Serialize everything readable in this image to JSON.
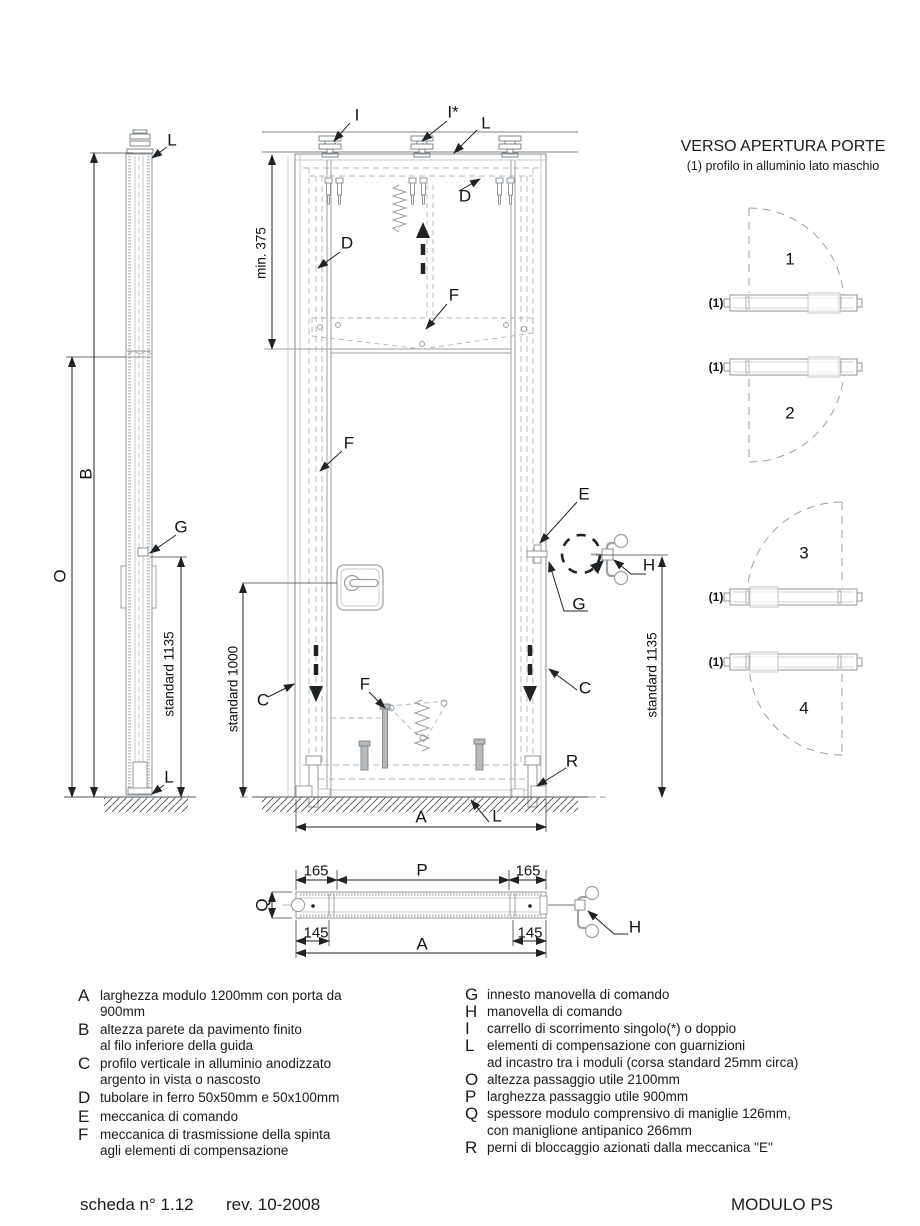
{
  "title_block": {
    "title": "VERSO APERTURA PORTE",
    "subtitle": "(1) profilo in alluminio lato maschio"
  },
  "letters": {
    "A": "A",
    "B": "B",
    "C": "C",
    "D": "D",
    "E": "E",
    "F": "F",
    "G": "G",
    "H": "H",
    "I": "I",
    "I_star": "I*",
    "L": "L",
    "O": "O",
    "P": "P",
    "Q": "Q",
    "R": "R"
  },
  "dims": {
    "min375": "min. 375",
    "std1000": "standard 1000",
    "std1135": "standard 1135",
    "d165": "165",
    "d145": "145"
  },
  "opening_diagrams": {
    "profile_tag": "(1)",
    "numbers": [
      "1",
      "2",
      "3",
      "4"
    ]
  },
  "legend_left": [
    {
      "key": "A",
      "lines": [
        "larghezza modulo 1200mm con porta da",
        "900mm"
      ]
    },
    {
      "key": "B",
      "lines": [
        "altezza parete da pavimento finito",
        "al filo inferiore della guida"
      ]
    },
    {
      "key": "C",
      "lines": [
        "profilo verticale in alluminio anodizzato",
        "argento in vista o nascosto"
      ]
    },
    {
      "key": "D",
      "lines": [
        "tubolare in ferro 50x50mm e 50x100mm"
      ]
    },
    {
      "key": "E",
      "lines": [
        "meccanica di comando"
      ]
    },
    {
      "key": "F",
      "lines": [
        "meccanica di trasmissione della spinta",
        "agli elementi di compensazione"
      ]
    }
  ],
  "legend_right": [
    {
      "key": "G",
      "lines": [
        "innesto manovella di comando"
      ]
    },
    {
      "key": "H",
      "lines": [
        "manovella di comando"
      ]
    },
    {
      "key": "I",
      "lines": [
        "carrello di scorrimento singolo(*) o doppio"
      ]
    },
    {
      "key": "L",
      "lines": [
        "elementi di compensazione con guarnizioni",
        "ad incastro tra i moduli (corsa standard 25mm circa)"
      ]
    },
    {
      "key": "O",
      "lines": [
        "altezza passaggio utile 2100mm"
      ]
    },
    {
      "key": "P",
      "lines": [
        "larghezza passaggio utile 900mm"
      ]
    },
    {
      "key": "Q",
      "lines": [
        "spessore modulo comprensivo di maniglie 126mm,",
        "con maniglione antipanico 266mm"
      ]
    },
    {
      "key": "R",
      "lines": [
        "perni di bloccaggio azionati dalla meccanica \"E\""
      ]
    }
  ],
  "footer": {
    "sheet_no": "scheda n° 1.12",
    "revision": "rev. 10-2008",
    "module_name": "MODULO PS"
  }
}
